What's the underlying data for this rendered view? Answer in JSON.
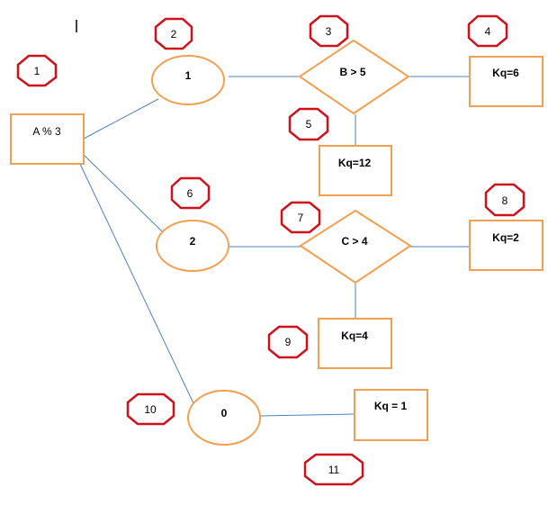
{
  "colors": {
    "shape_stroke": "#f0a050",
    "badge_stroke": "#d0101a",
    "connector": "#4f81bd",
    "text": "#000000"
  },
  "diagram": {
    "root": {
      "label": "A % 3"
    },
    "branches": [
      {
        "case_label": "1",
        "condition": "B > 5",
        "true_result": "Kq=6",
        "false_result": "Kq=12"
      },
      {
        "case_label": "2",
        "condition": "C > 4",
        "true_result": "Kq=2",
        "false_result": "Kq=4"
      },
      {
        "case_label": "0",
        "result": "Kq = 1"
      }
    ],
    "badges": [
      "1",
      "2",
      "3",
      "4",
      "5",
      "6",
      "7",
      "8",
      "9",
      "10",
      "11"
    ]
  }
}
